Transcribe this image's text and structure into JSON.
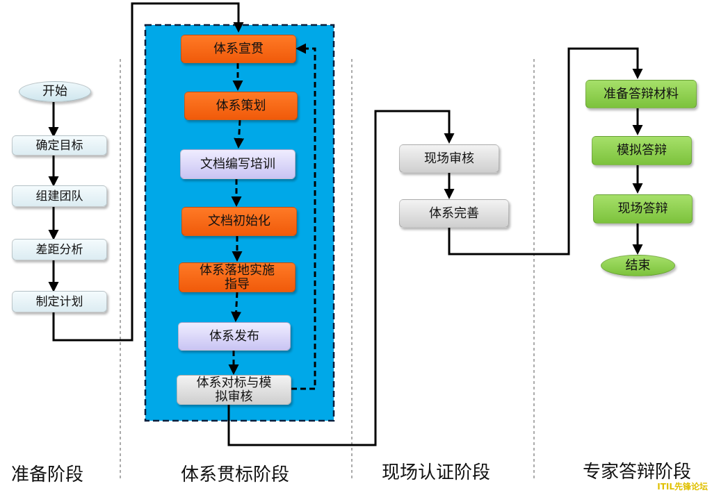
{
  "phases": {
    "prepare": "准备阶段",
    "implement": "体系贯标阶段",
    "onsite": "现场认证阶段",
    "expert": "专家答辩阶段"
  },
  "prepare": {
    "start": "开始",
    "steps": [
      "确定目标",
      "组建团队",
      "差距分析",
      "制定计划"
    ]
  },
  "implement": {
    "steps": [
      "体系宣贯",
      "体系策划",
      "文档编写培训",
      "文档初始化",
      "体系落地实施\n指导",
      "体系发布",
      "体系对标与模\n拟审核"
    ]
  },
  "onsite": {
    "steps": [
      "现场审核",
      "体系完善"
    ]
  },
  "expert": {
    "steps": [
      "准备答辩材料",
      "模拟答辩",
      "现场答辩"
    ],
    "end": "结束"
  },
  "watermark": "ITIL先锋论坛",
  "colors": {
    "panel": "#00a8e8",
    "orange": "#f56a14",
    "lavender": "#d6d2f7",
    "gray": "#dedede",
    "green": "#8fd24e"
  }
}
